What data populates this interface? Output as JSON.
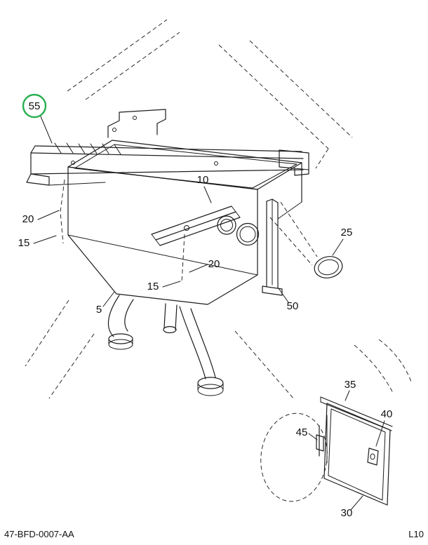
{
  "page": {
    "doc_number": "47-BFD-0007-AA",
    "page_ref": "L10",
    "background": "#ffffff"
  },
  "diagram": {
    "kind": "exploded-parts-diagram",
    "line_color": "#1c1c1c",
    "highlight_color": "#27ae4e",
    "callouts": [
      {
        "label": "55",
        "highlighted": true
      },
      {
        "label": "20"
      },
      {
        "label": "15"
      },
      {
        "label": "5"
      },
      {
        "label": "10"
      },
      {
        "label": "20"
      },
      {
        "label": "15"
      },
      {
        "label": "50"
      },
      {
        "label": "25"
      },
      {
        "label": "35"
      },
      {
        "label": "45"
      },
      {
        "label": "40"
      },
      {
        "label": "30"
      }
    ]
  }
}
